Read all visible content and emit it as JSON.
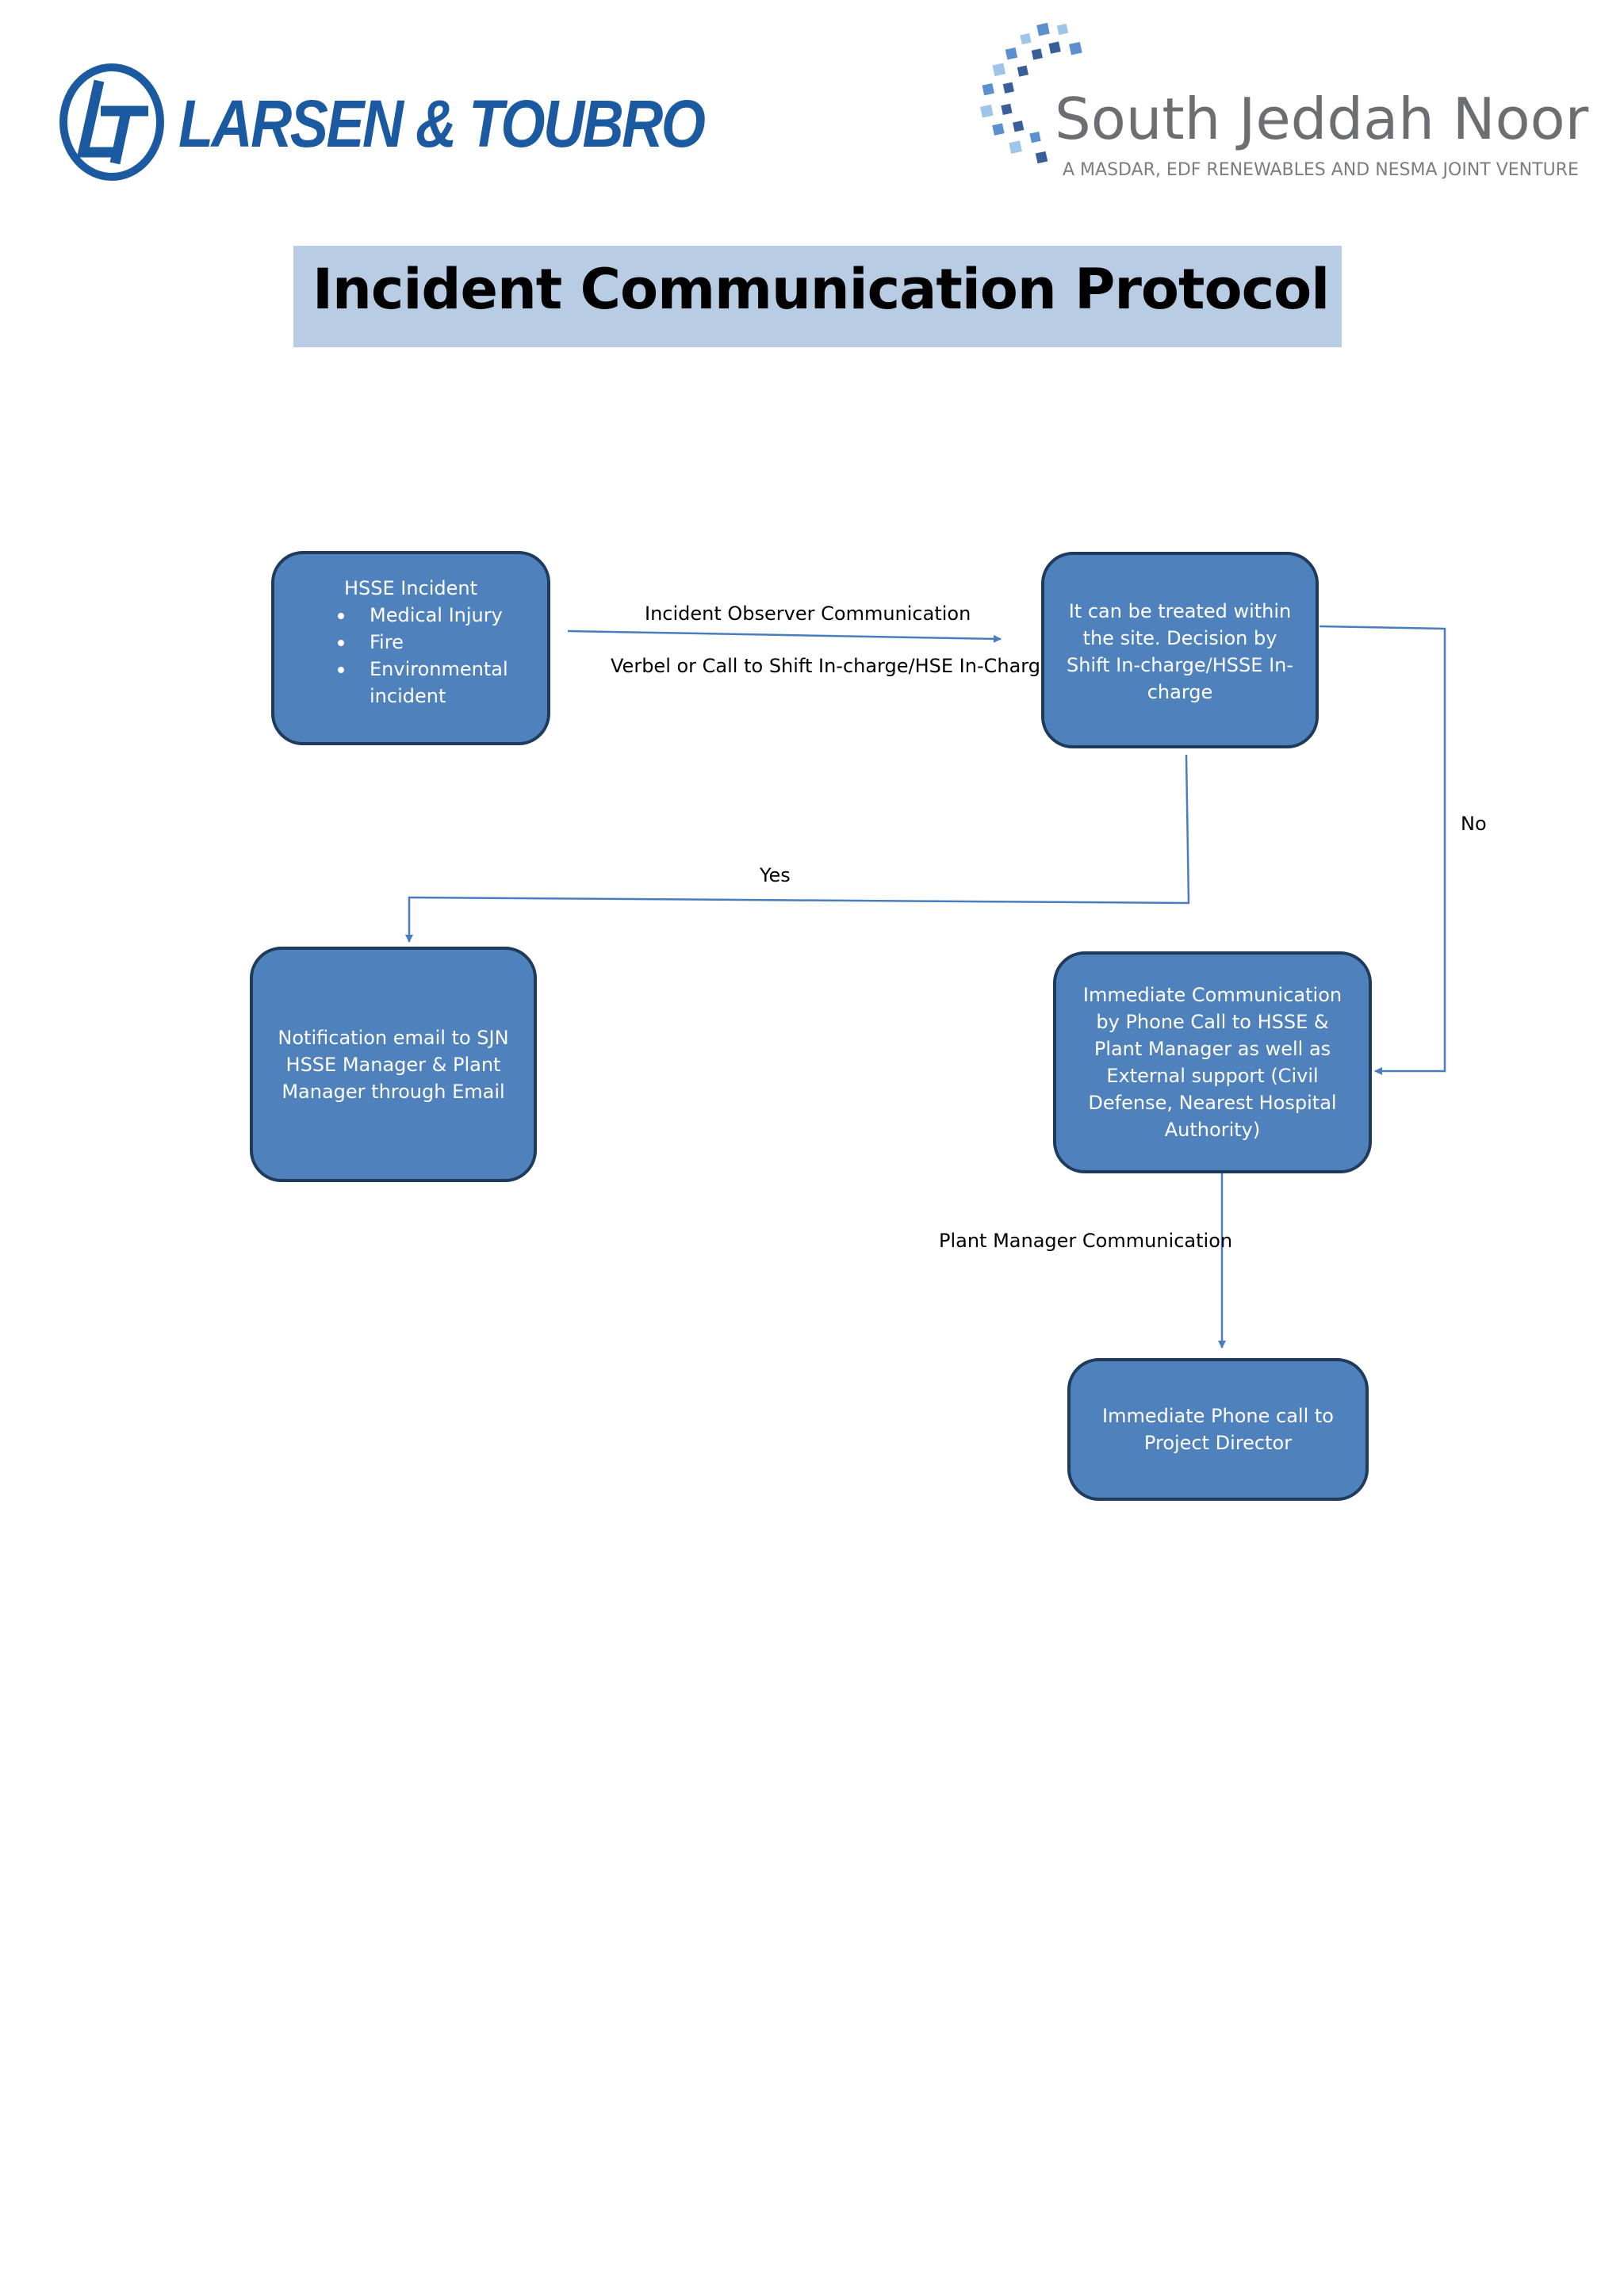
{
  "logos": {
    "lt": {
      "name": "LARSEN & TOUBRO",
      "icon": "lt-logo-icon",
      "color": "#1b5aa0"
    },
    "sjn": {
      "name": "South Jeddah Noor",
      "tagline": "A MASDAR, EDF RENEWABLES AND NESMA JOINT VENTURE",
      "icon": "sjn-mosaic-icon",
      "colors": [
        "#3a5f98",
        "#5b8fd0",
        "#9fc5e8"
      ]
    }
  },
  "title": "Incident Communication Protocol",
  "colors": {
    "banner": "#b8cce4",
    "box_fill": "#4f81bd",
    "box_border": "#1f3b5c",
    "connector": "#4a7cc0"
  },
  "nodes": {
    "incident": {
      "heading": "HSSE Incident",
      "items": [
        "Medical Injury",
        "Fire",
        "Environmental incident"
      ]
    },
    "treat": {
      "text": "It can be treated within the site. Decision by Shift In-charge/HSSE In-charge"
    },
    "notify": {
      "text": "Notification email to SJN HSSE Manager & Plant Manager through Email"
    },
    "immediate": {
      "text": "Immediate Communication by Phone Call to HSSE & Plant Manager as well as External support (Civil Defense, Nearest Hospital Authority)"
    },
    "director": {
      "text": "Immediate Phone call to Project Director"
    }
  },
  "edges": {
    "observer_label": "Incident Observer Communication",
    "verbel_label": "Verbel or Call to Shift In-charge/HSE In-Charge",
    "yes_label": "Yes",
    "no_label": "No",
    "plant_label": "Plant Manager Communication"
  }
}
